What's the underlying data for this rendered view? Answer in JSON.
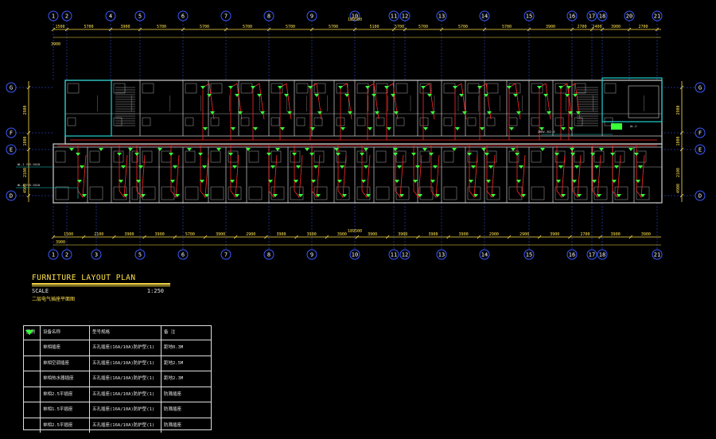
{
  "colors": {
    "background": "#000000",
    "grid_circle": "#3b5bff",
    "dimension": "#ffe14a",
    "wall": "#cfcfcf",
    "wiring": "#ff2a2a",
    "device": "#39ff39",
    "highlight_box": "#20d0d0",
    "leader": "#20d0d0"
  },
  "top_axes": [
    "1",
    "2",
    "4",
    "5",
    "6",
    "7",
    "8",
    "9",
    "10",
    "11",
    "12",
    "13",
    "14",
    "15",
    "16",
    "17",
    "18",
    "20",
    "21"
  ],
  "bottom_axes": [
    "1",
    "2",
    "3",
    "5",
    "6",
    "7",
    "8",
    "9",
    "10",
    "11",
    "12",
    "13",
    "14",
    "15",
    "16",
    "17",
    "18",
    "21"
  ],
  "row_axes": [
    "G",
    "F",
    "E",
    "D"
  ],
  "top_dims": [
    "1500",
    "5700",
    "3900",
    "5700",
    "5700",
    "5700",
    "5700",
    "5700",
    "5100",
    "5700",
    "5700",
    "5700",
    "5700",
    "3900",
    "2700",
    "2400",
    "3900",
    "2700"
  ],
  "top_total": "189500",
  "top_sub": "3900",
  "bottom_dims": [
    "1500",
    "2100",
    "3900",
    "3900",
    "5700",
    "3900",
    "2900",
    "3900",
    "3900",
    "3900",
    "3900",
    "3900",
    "3900",
    "3900",
    "2900",
    "2900",
    "3900",
    "2700",
    "3900",
    "3900"
  ],
  "bottom_total": "189500",
  "bottom_sub": "3900",
  "left_dims": [
    "2900",
    "1800",
    "2100",
    "4900"
  ],
  "right_dims": [
    "2900",
    "1800",
    "2100",
    "4900"
  ],
  "annotations": {
    "plan_left_1": "WL-1 YJV-5X10",
    "plan_left_2": "WL-2 YJV-5X10",
    "plan_right": "ZHBV-3X2.5",
    "plan_tag": "AL-2"
  },
  "title_block": {
    "title": "FURNITURE LAYOUT PLAN",
    "scale_label": "SCALE",
    "scale_value": "1:250",
    "subtitle": "二层电气插座平面图"
  },
  "legend": {
    "headers": [
      "图例",
      "设备名称",
      "型号规格",
      "备 注"
    ],
    "rows": [
      {
        "icon": "socket-icon",
        "name": "单相插座",
        "spec": "五孔插座(16A/10A)防护型(1)",
        "note": "距地0.3M"
      },
      {
        "icon": "socket-k-icon",
        "name": "单相空调插座",
        "spec": "五孔插座(16A/10A)防护型(1)",
        "note": "距地2.5M"
      },
      {
        "icon": "socket-w-icon",
        "name": "单相热水器插座",
        "spec": "五孔插座(16A/10A)防护型(1)",
        "note": "距地2.3M"
      },
      {
        "icon": "socket-b-icon",
        "name": "单相2.5平插座",
        "spec": "五孔插座(16A/10A)防护型(1)",
        "note": "防溅插座"
      },
      {
        "icon": "socket-f-icon",
        "name": "单相1.5平插座",
        "spec": "五孔插座(16A/10A)防护型(1)",
        "note": "防溅插座"
      },
      {
        "icon": "socket-s-icon",
        "name": "单相2.5平插座",
        "spec": "五孔插座(16A/10A)防护型(1)",
        "note": "防溅插座"
      }
    ]
  }
}
